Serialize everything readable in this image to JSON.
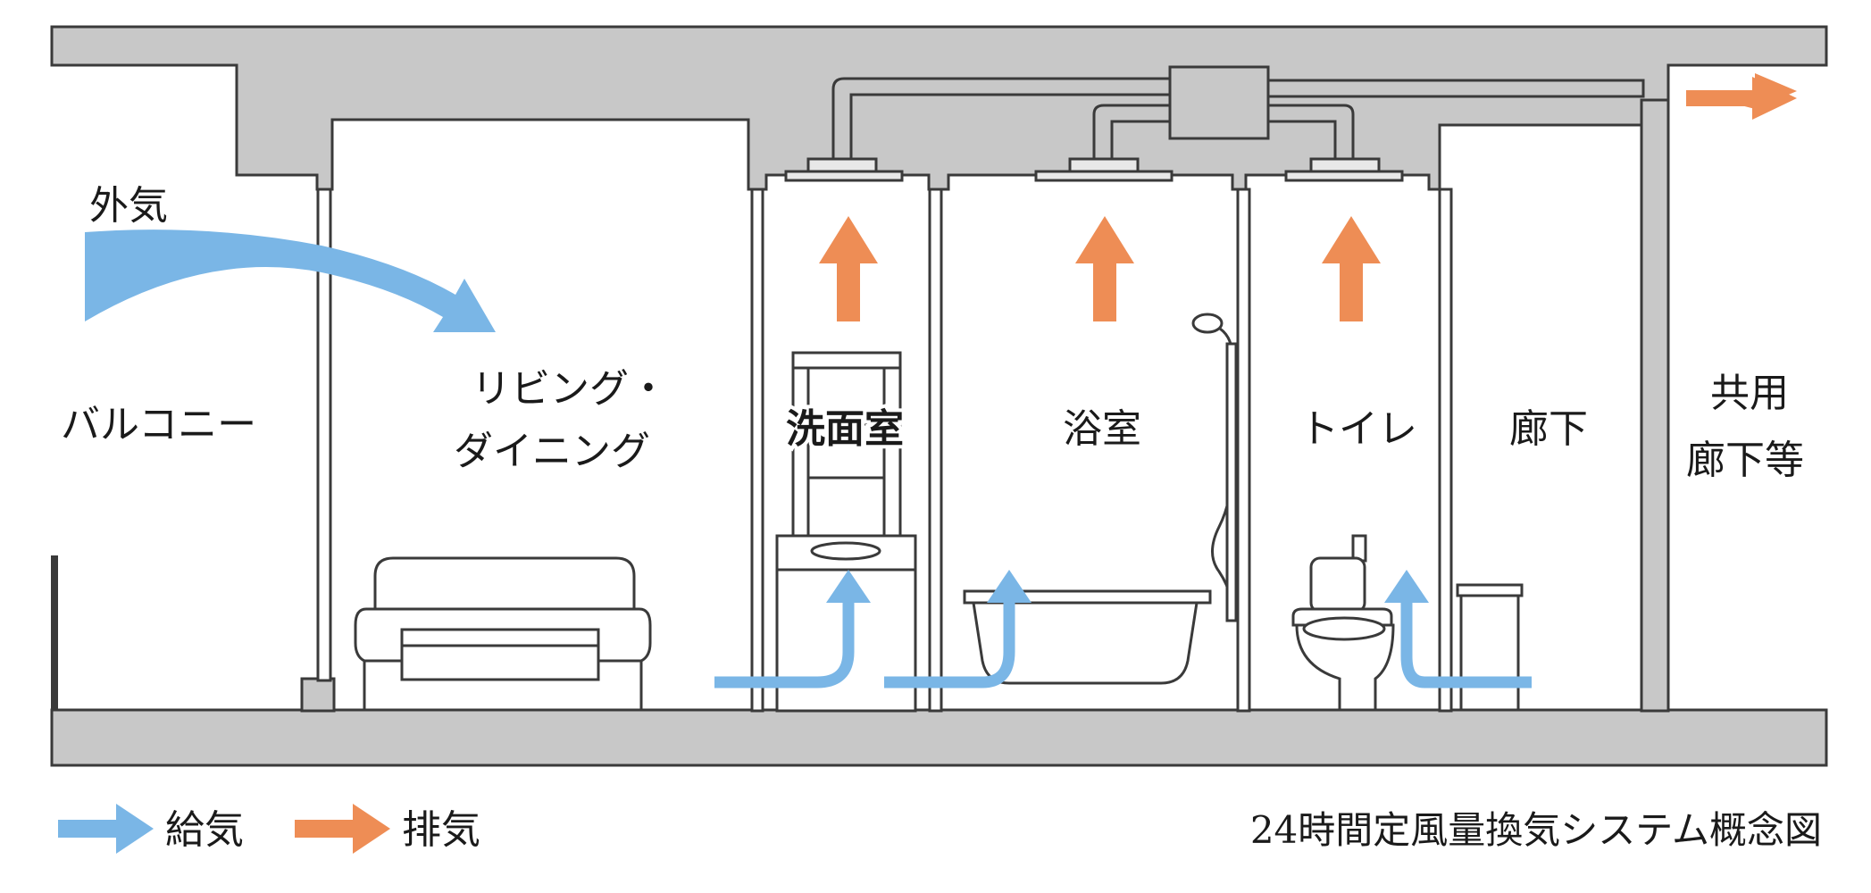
{
  "labels": {
    "outside_air": "外気",
    "balcony": "バルコニー",
    "living_line1": "リビング・",
    "living_line2": "ダイニング",
    "washroom": "洗面室",
    "bathroom": "浴室",
    "toilet": "トイレ",
    "hallway": "廊下",
    "common_line1": "共用",
    "common_line2": "廊下等"
  },
  "legend": {
    "supply_label": "給気",
    "exhaust_label": "排気"
  },
  "caption": "24時間定風量換気システム概念図",
  "colors": {
    "structure_fill": "#c8c8c8",
    "outline": "#3a3a3a",
    "supply": "#7ab6e6",
    "exhaust": "#ee8d55"
  }
}
